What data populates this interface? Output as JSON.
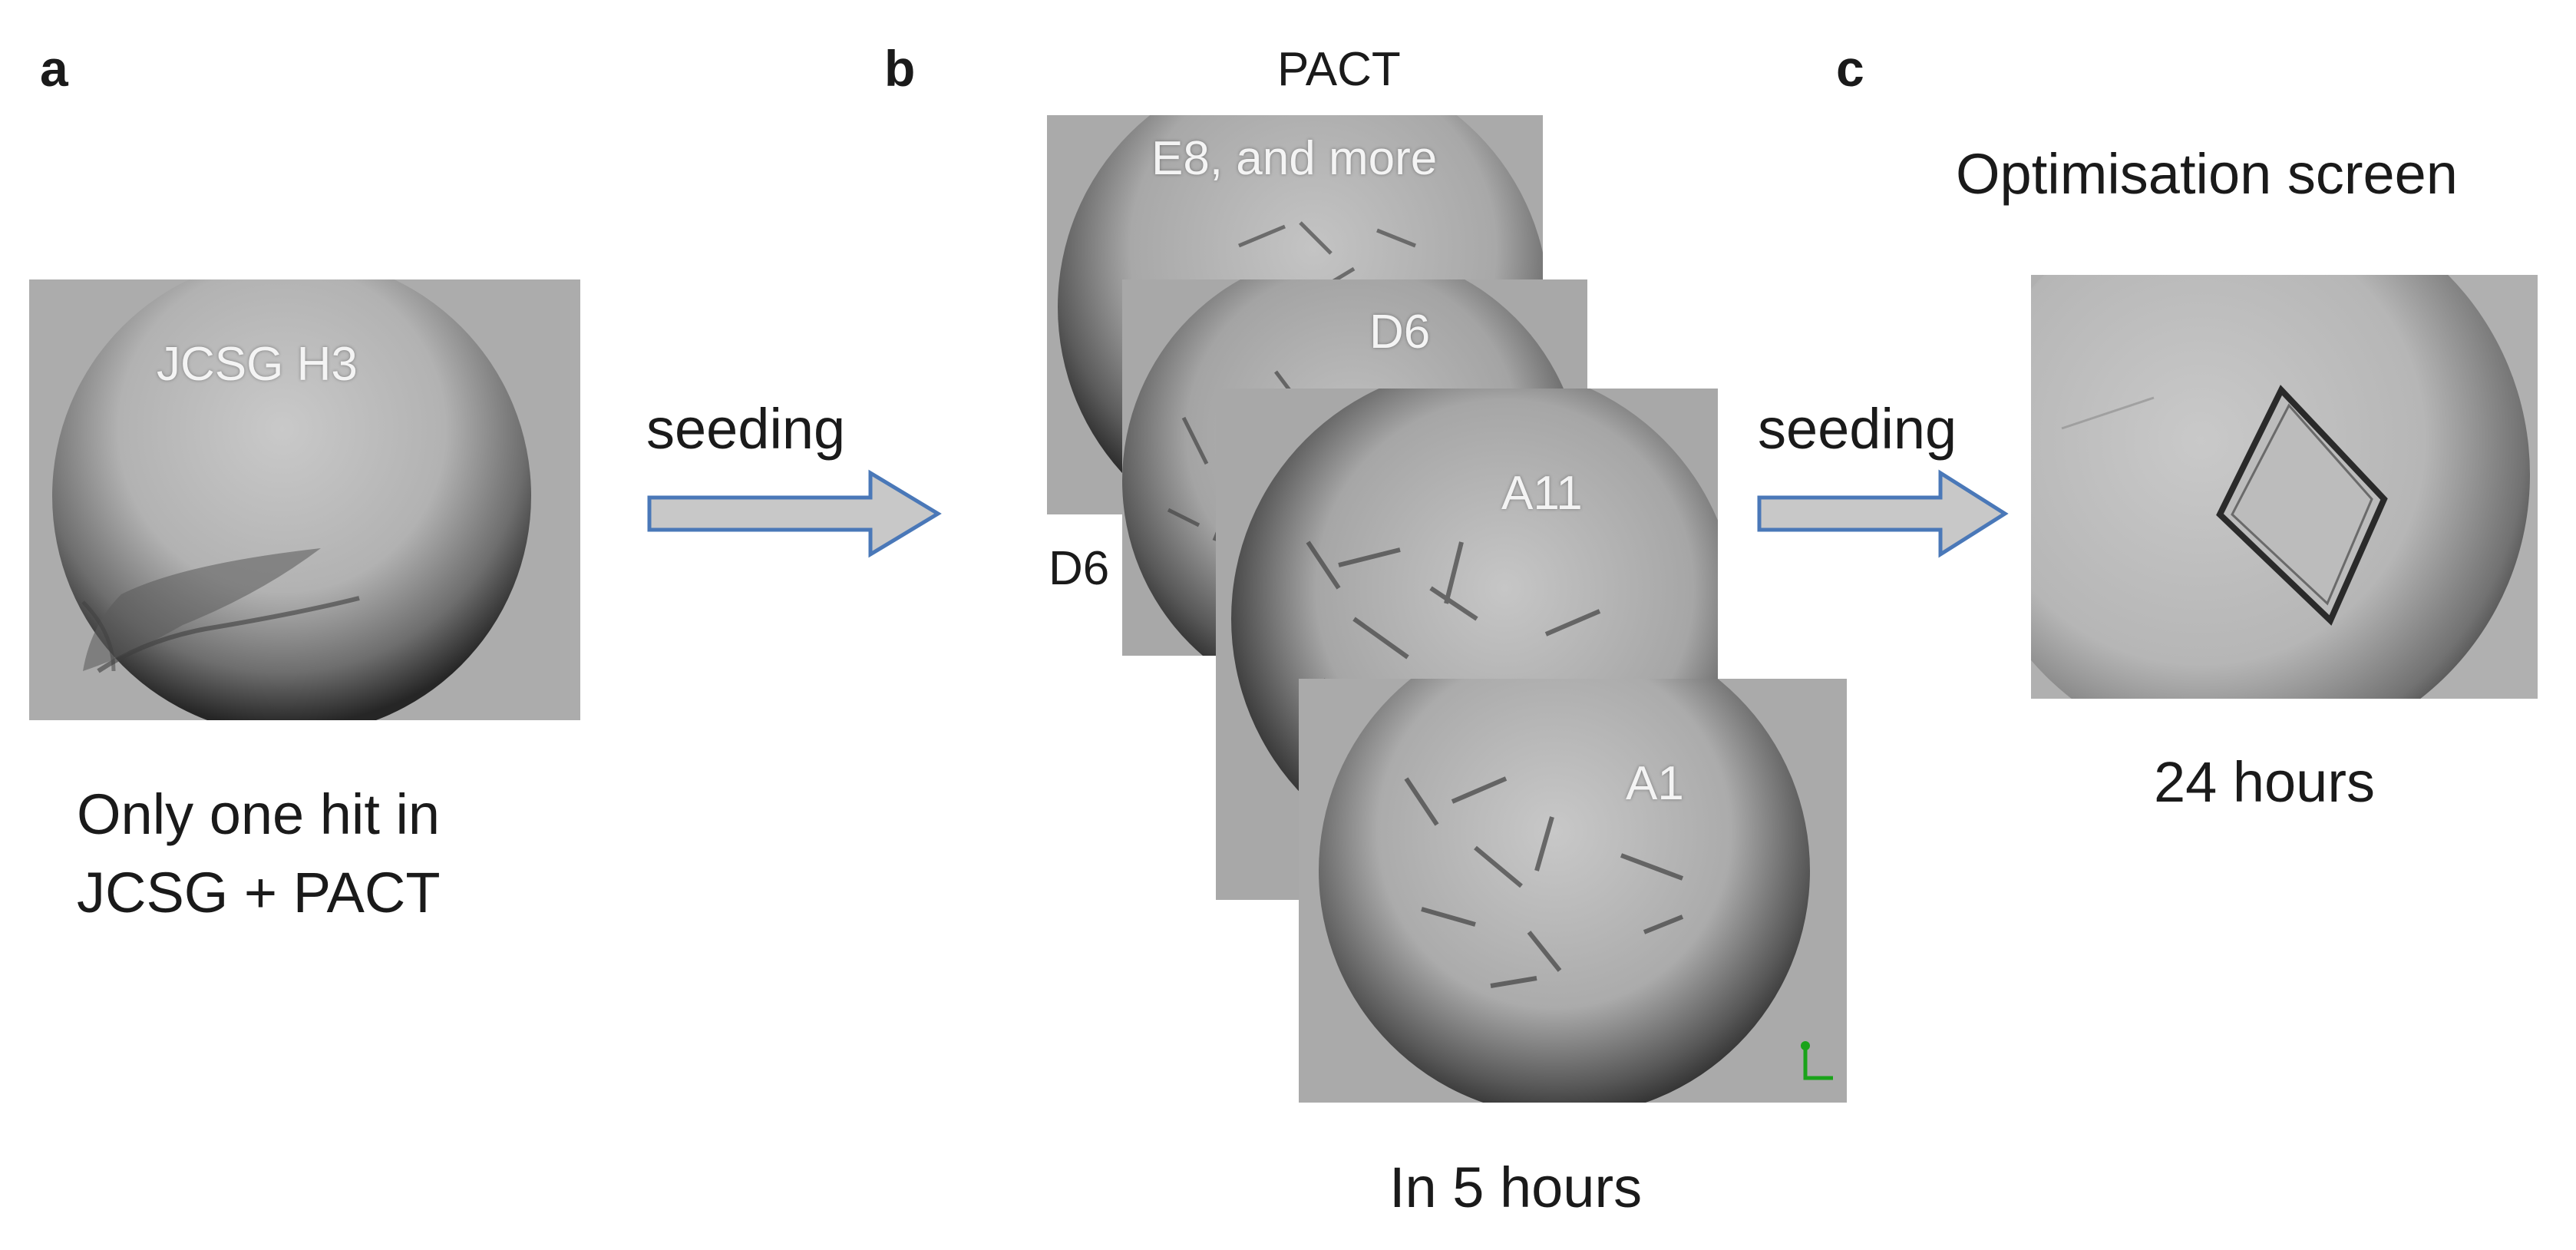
{
  "panels": {
    "a": {
      "letter": "a",
      "drop_label": "JCSG H3",
      "caption_line1": "Only one hit in",
      "caption_line2": "JCSG + PACT"
    },
    "b": {
      "letter": "b",
      "screen_title": "PACT",
      "drop_labels": [
        "E8, and more",
        "D6",
        "A11",
        "A1"
      ],
      "side_label": "D6",
      "caption": "In 5 hours"
    },
    "c": {
      "letter": "c",
      "title": "Optimisation screen",
      "caption": "24 hours"
    }
  },
  "arrows": [
    {
      "label": "seeding"
    },
    {
      "label": "seeding"
    }
  ],
  "colors": {
    "arrow_fill": "#c8c8c8",
    "arrow_stroke": "#4a78b8",
    "scale_marker": "#1aa31a"
  }
}
